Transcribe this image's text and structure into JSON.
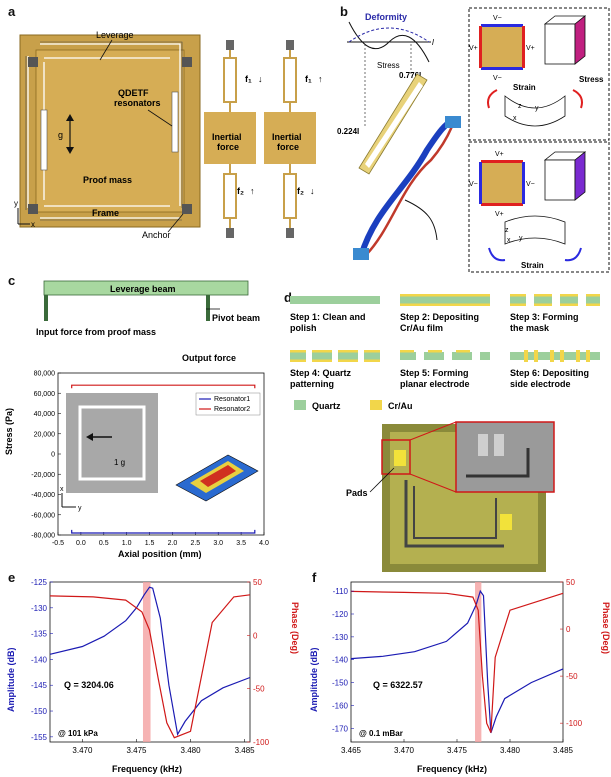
{
  "panels": {
    "a": "a",
    "b": "b",
    "c": "c",
    "d": "d",
    "e": "e",
    "f": "f"
  },
  "panel_a": {
    "leverage": "Leverage",
    "resonators_1": "QDETF",
    "resonators_2": "resonators",
    "g": "g",
    "proof_mass": "Proof mass",
    "frame": "Frame",
    "anchor": "Anchor",
    "axis_y": "y",
    "axis_x": "x",
    "inertial_1": "Inertial",
    "inertial_2": "force",
    "f1": "f₁",
    "f2": "f₂"
  },
  "panel_b": {
    "deformity": "Deformity",
    "l": "l",
    "stress": "Stress",
    "val_776": "0.776l",
    "val_224": "0.224l",
    "v_minus": "V−",
    "v_plus": "V+",
    "strain": "Strain",
    "stress_box": "Stress",
    "z": "z",
    "y": "y",
    "x": "x"
  },
  "panel_c": {
    "leverage_beam": "Leverage beam",
    "pivot_beam": "Pivot beam",
    "input_force": "Input force from proof mass",
    "output_force": "Output force",
    "one_g": "1 g",
    "ylabel": "Stress (Pa)",
    "xlabel": "Axial position (mm)",
    "yticks": [
      "80,000",
      "60,000",
      "40,000",
      "20,000",
      "0",
      "-20,000",
      "-40,000",
      "-60,000",
      "-80,000"
    ],
    "xticks": [
      "-0.5",
      "0.0",
      "0.5",
      "1.0",
      "1.5",
      "2.0",
      "2.5",
      "3.0",
      "3.5",
      "4.0"
    ],
    "legend": [
      "Resonator1",
      "Resonator2"
    ],
    "x": "x",
    "y": "y"
  },
  "panel_d": {
    "steps": [
      {
        "l1": "Step 1: Clean and",
        "l2": "polish"
      },
      {
        "l1": "Step 2: Depositing",
        "l2": "Cr/Au film"
      },
      {
        "l1": "Step 3: Forming",
        "l2": "the mask"
      },
      {
        "l1": "Step 4: Quartz",
        "l2": "patterning"
      },
      {
        "l1": "Step 5: Forming",
        "l2": "planar electrode"
      },
      {
        "l1": "Step 6: Depositing",
        "l2": "side electrode"
      }
    ],
    "legend_quartz": "Quartz",
    "legend_crau": "Cr/Au",
    "pads": "Pads",
    "colors": {
      "quartz": "#9ccf9c",
      "crau": "#f2d64a"
    }
  },
  "panel_e": {
    "ylabel_left": "Amplitude (dB)",
    "ylabel_right": "Phase (Deg)",
    "xlabel": "Frequency (kHz)",
    "yticks_left": [
      "-125",
      "-130",
      "-135",
      "-140",
      "-145",
      "-150",
      "-155"
    ],
    "yticks_right": [
      "50",
      "0",
      "-50",
      "-100"
    ],
    "xticks": [
      "3.470",
      "3.475",
      "3.480",
      "3.485"
    ],
    "q": "Q = 3204.06",
    "cond": "@ 101 kPa"
  },
  "panel_f": {
    "ylabel_left": "Amplitude (dB)",
    "ylabel_right": "Phase (Deg)",
    "xlabel": "Frequency (kHz)",
    "yticks_left": [
      "-110",
      "-120",
      "-130",
      "-140",
      "-150",
      "-160",
      "-170"
    ],
    "yticks_right": [
      "50",
      "0",
      "-50",
      "-100"
    ],
    "xticks": [
      "3.465",
      "3.470",
      "3.475",
      "3.480",
      "3.485"
    ],
    "q": "Q = 6322.57",
    "cond": "@ 0.1 mBar"
  },
  "chart_data": [
    {
      "type": "line",
      "xlabel": "Axial position (mm)",
      "ylabel": "Stress (Pa)",
      "xlim": [
        -0.5,
        4.0
      ],
      "ylim": [
        -80000,
        80000
      ],
      "series": [
        {
          "name": "Resonator1",
          "x": [
            -0.2,
            -0.2,
            3.8,
            3.8
          ],
          "y": [
            -75000,
            -78000,
            -78000,
            -75000
          ]
        },
        {
          "name": "Resonator2",
          "x": [
            -0.2,
            -0.2,
            3.8,
            3.8
          ],
          "y": [
            65000,
            68000,
            68000,
            65000
          ]
        }
      ]
    },
    {
      "type": "line",
      "xlabel": "Frequency (kHz)",
      "ylabel": "Amplitude (dB)",
      "xlim": [
        3.467,
        3.4855
      ],
      "ylim": [
        -156,
        -125
      ],
      "ylim_right": [
        -100,
        50
      ],
      "highlight": [
        3.4756,
        3.4763
      ],
      "series": [
        {
          "name": "Amplitude",
          "axis": "left",
          "x": [
            3.467,
            3.47,
            3.472,
            3.474,
            3.475,
            3.4757,
            3.4762,
            3.4765,
            3.4772,
            3.478,
            3.4788,
            3.4795,
            3.481,
            3.483,
            3.4855
          ],
          "y": [
            -139,
            -137.5,
            -135.5,
            -132.5,
            -130,
            -127.5,
            -126,
            -126.2,
            -132,
            -145,
            -154.5,
            -152,
            -148,
            -145.5,
            -143.5
          ]
        },
        {
          "name": "Phase",
          "axis": "right",
          "x": [
            3.467,
            3.471,
            3.474,
            3.4755,
            3.4762,
            3.477,
            3.4778,
            3.4785,
            3.48,
            3.482,
            3.484,
            3.4855
          ],
          "y": [
            37,
            36,
            33,
            22,
            5,
            -40,
            -82,
            -96,
            -90,
            12,
            36,
            38
          ]
        }
      ]
    },
    {
      "type": "line",
      "xlabel": "Frequency (kHz)",
      "ylabel": "Amplitude (dB)",
      "xlim": [
        3.465,
        3.485
      ],
      "ylim": [
        -176,
        -106
      ],
      "ylim_right": [
        -120,
        50
      ],
      "highlight": [
        3.4767,
        3.4773
      ],
      "series": [
        {
          "name": "Amplitude",
          "axis": "left",
          "x": [
            3.465,
            3.468,
            3.471,
            3.474,
            3.476,
            3.4768,
            3.4772,
            3.4775,
            3.4779,
            3.4782,
            3.4787,
            3.4795,
            3.482,
            3.485
          ],
          "y": [
            -139.5,
            -138.5,
            -136.5,
            -132,
            -124,
            -116,
            -110,
            -112,
            -150,
            -172,
            -165,
            -157,
            -150,
            -144
          ]
        },
        {
          "name": "Phase",
          "axis": "right",
          "x": [
            3.465,
            3.47,
            3.474,
            3.4765,
            3.477,
            3.4774,
            3.4778,
            3.4782,
            3.4786,
            3.48,
            3.485
          ],
          "y": [
            40,
            39,
            38,
            34,
            20,
            -50,
            -100,
            -110,
            -30,
            20,
            38
          ]
        }
      ]
    }
  ]
}
